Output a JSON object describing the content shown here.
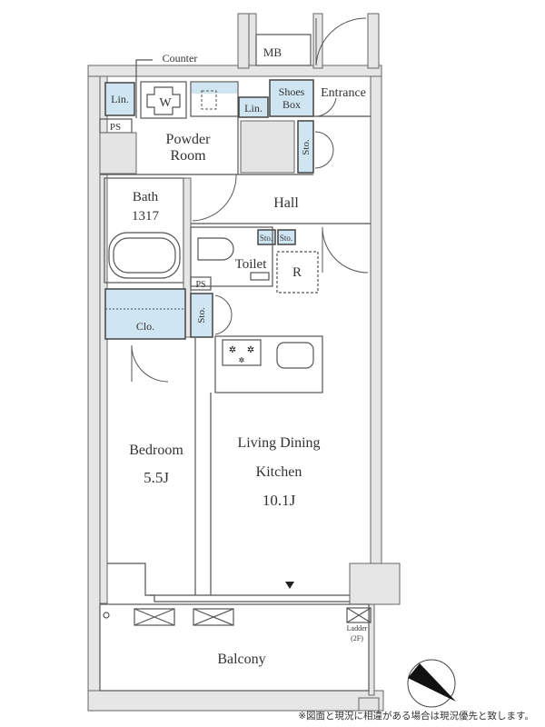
{
  "plan": {
    "rooms": {
      "counter": "Counter",
      "mb": "MB",
      "lin1": "Lin.",
      "washer": "W",
      "lin2": "Lin.",
      "shoes_box_1": "Shoes",
      "shoes_box_2": "Box",
      "entrance": "Entrance",
      "ps1": "PS",
      "powder_room_1": "Powder",
      "powder_room_2": "Room",
      "sto1": "Sto.",
      "bath": "Bath",
      "bath_size": "1317",
      "hall": "Hall",
      "sto2": "Sto.",
      "sto3": "Sto.",
      "toilet": "Toilet",
      "refrigerator": "R",
      "ps2": "PS",
      "closet": "Clo.",
      "sto4": "Sto.",
      "bedroom": "Bedroom",
      "bedroom_size": "5.5J",
      "ldk_1": "Living Dining",
      "ldk_2": "Kitchen",
      "ldk_size": "10.1J",
      "balcony": "Balcony",
      "ladder": "Ladder",
      "ladder_floor": "(2F)"
    },
    "note": "※図面と現況に相違がある場合は現況優先と致します。",
    "colors": {
      "storage": "#cfe6f2",
      "wall": "#e6e6e6"
    }
  }
}
